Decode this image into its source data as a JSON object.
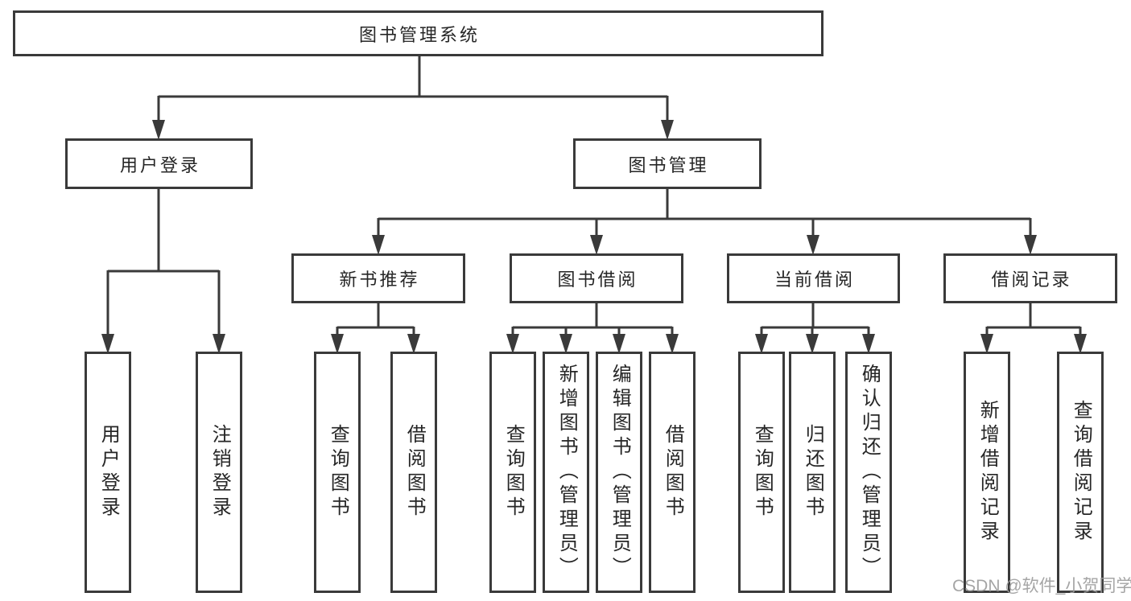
{
  "diagram": {
    "type": "tree",
    "root": {
      "label": "图书管理系统",
      "children": [
        {
          "label": "用户登录",
          "children": [
            {
              "label": "用户登录"
            },
            {
              "label": "注销登录"
            }
          ]
        },
        {
          "label": "图书管理",
          "children": [
            {
              "label": "新书推荐",
              "children": [
                {
                  "label": "查询图书"
                },
                {
                  "label": "借阅图书"
                }
              ]
            },
            {
              "label": "图书借阅",
              "children": [
                {
                  "label": "查询图书"
                },
                {
                  "label": "新增图书（管理员）"
                },
                {
                  "label": "编辑图书（管理员）"
                },
                {
                  "label": "借阅图书"
                }
              ]
            },
            {
              "label": "当前借阅",
              "children": [
                {
                  "label": "查询图书"
                },
                {
                  "label": "归还图书"
                },
                {
                  "label": "确认归还（管理员）"
                }
              ]
            },
            {
              "label": "借阅记录",
              "children": [
                {
                  "label": "新增借阅记录"
                },
                {
                  "label": "查询借阅记录"
                }
              ]
            }
          ]
        }
      ]
    }
  },
  "watermark": {
    "text": "CSDN @软件_小贺同学",
    "color": "#9c9c9c"
  },
  "colors": {
    "line": "#3a3a3a",
    "text": "#262626",
    "background": "#ffffff"
  }
}
